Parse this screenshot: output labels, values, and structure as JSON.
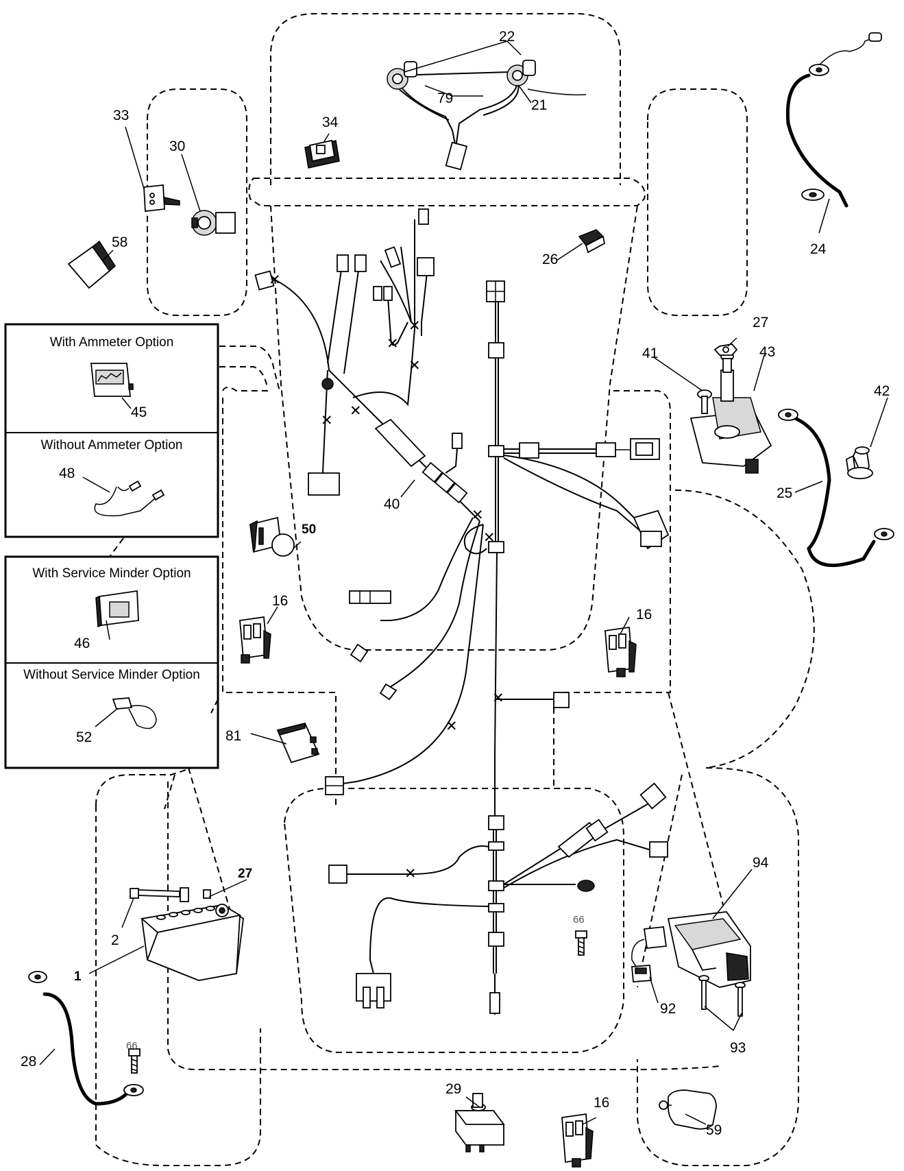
{
  "callouts": {
    "c1": "1",
    "c2": "2",
    "c16a": "16",
    "c16b": "16",
    "c16c": "16",
    "c21": "21",
    "c22": "22",
    "c24": "24",
    "c25": "25",
    "c26": "26",
    "c27a": "27",
    "c27b": "27",
    "c28": "28",
    "c29": "29",
    "c30": "30",
    "c33": "33",
    "c34": "34",
    "c40": "40",
    "c41": "41",
    "c42": "42",
    "c43": "43",
    "c45": "45",
    "c46": "46",
    "c48": "48",
    "c50": "50",
    "c52": "52",
    "c58": "58",
    "c59": "59",
    "c66a": "66",
    "c66b": "66",
    "c79": "79",
    "c81": "81",
    "c92": "92",
    "c93": "93",
    "c94": "94"
  },
  "options": {
    "ammeter_with": "With Ammeter Option",
    "ammeter_without": "Without Ammeter Option",
    "minder_with": "With Service Minder Option",
    "minder_without": "Without Service Minder Option"
  }
}
